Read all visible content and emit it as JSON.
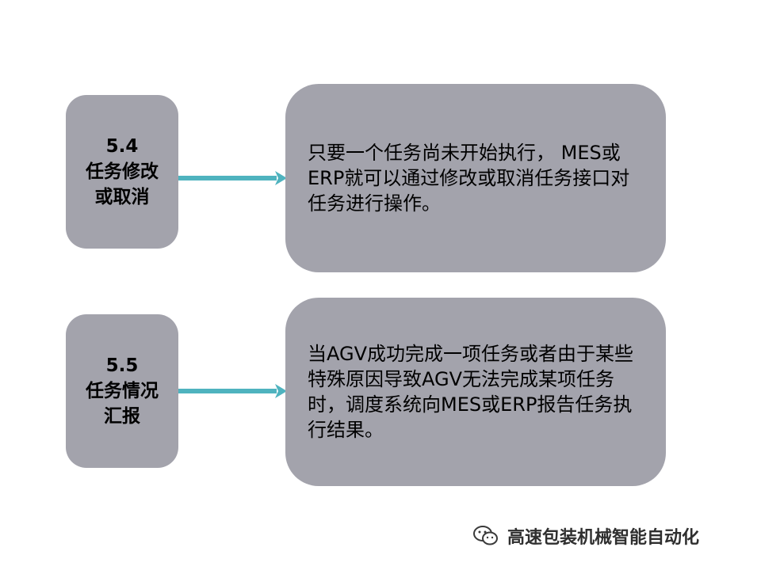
{
  "steps": [
    {
      "number": "5.4",
      "title_line1": "任务修改",
      "title_line2": "或取消",
      "description": "只要一个任务尚未开始执行， MES或ERP就可以通过修改或取消任务接口对任务进行操作。"
    },
    {
      "number": "5.5",
      "title_line1": "任务情况",
      "title_line2": "汇报",
      "description": "当AGV成功完成一项任务或者由于某些特殊原因导致AGV无法完成某项任务时，调度系统向MES或ERP报告任务执行结果。"
    }
  ],
  "watermark": {
    "text": "高速包装机械智能自动化",
    "icon": "wechat-icon"
  },
  "colors": {
    "box_fill": "#a3a3ac",
    "arrow": "#4fb3bf",
    "text": "#000000"
  }
}
